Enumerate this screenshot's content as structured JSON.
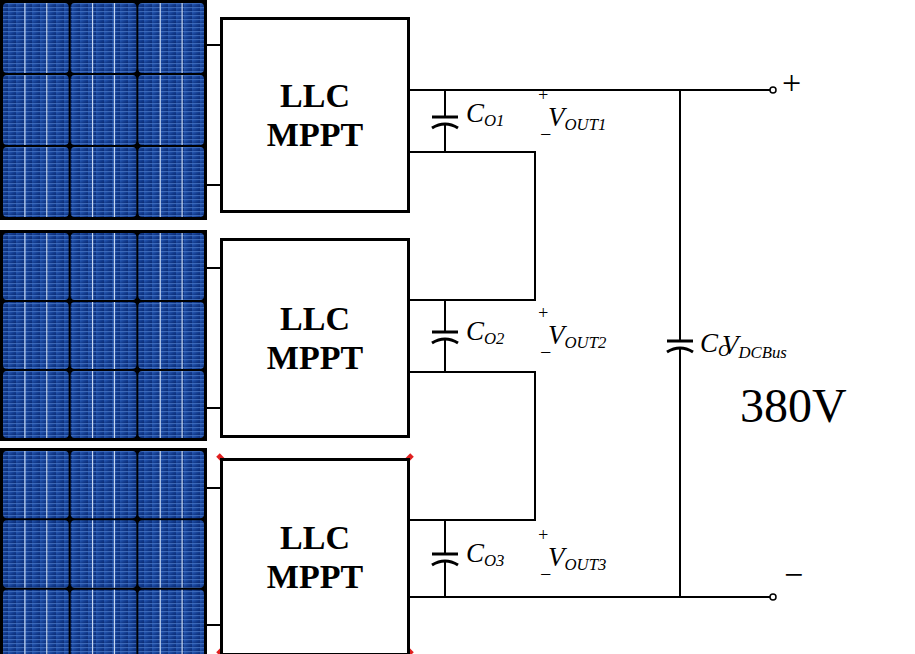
{
  "diagram": {
    "nodes": [
      {
        "text": [
          "LLC MPPT"
        ]
      },
      {
        "text": [
          "LLC MPPT"
        ]
      },
      {
        "text": [
          "LLC MPPT"
        ]
      }
    ],
    "edges": [
      {
        "from": 0,
        "to": 1,
        "arrow": "none"
      },
      {
        "from": 1,
        "to": 2,
        "arrow": "none"
      }
    ],
    "labels": [
      "CO1",
      "+",
      "VOUT1",
      "−",
      "CO2",
      "+",
      "VOUT2",
      "−",
      "CO3",
      "+",
      "VOUT3",
      "−",
      "CO",
      "VDCBus",
      "380V",
      "+",
      "−"
    ]
  }
}
